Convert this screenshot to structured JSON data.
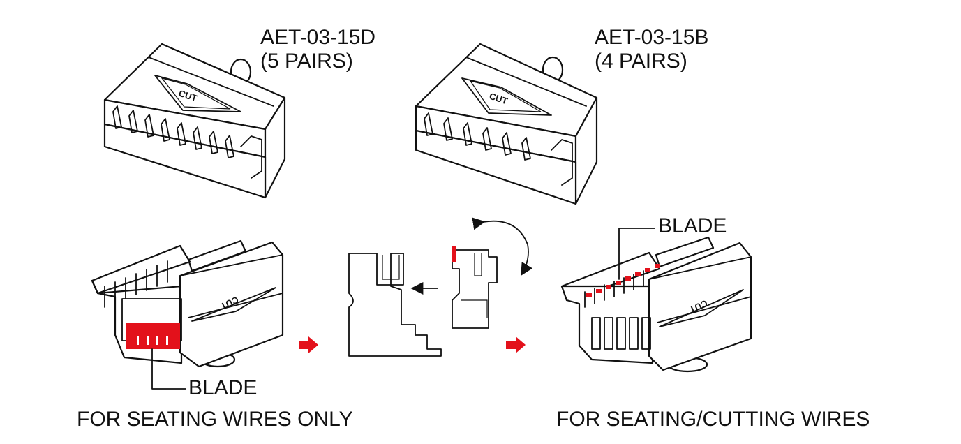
{
  "title": "",
  "models": [
    {
      "part_no": "AET-03-15D",
      "pairs": "(5 PAIRS)"
    },
    {
      "part_no": "AET-03-15B",
      "pairs": "(4 PAIRS)"
    }
  ],
  "blade_labels": {
    "left": "BLADE",
    "right": "BLADE"
  },
  "captions": {
    "left": "FOR SEATING WIRES ONLY",
    "right": "FOR SEATING/CUTTING WIRES"
  },
  "tool_marking": "CUT",
  "colors": {
    "blade": "#e3111b",
    "arrow": "#e3111b",
    "line": "#111111"
  }
}
